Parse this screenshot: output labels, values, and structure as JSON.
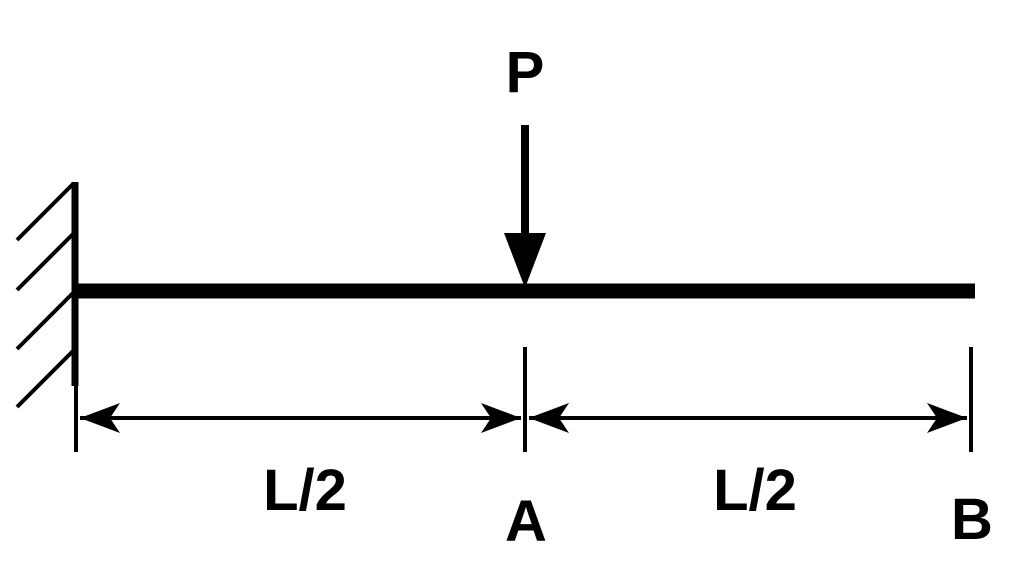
{
  "diagram": {
    "load_label": "P",
    "segment_left_label": "L/2",
    "segment_right_label": "L/2",
    "point_a_label": "A",
    "point_b_label": "B",
    "stroke_color": "#000000",
    "background_color": "#ffffff"
  }
}
